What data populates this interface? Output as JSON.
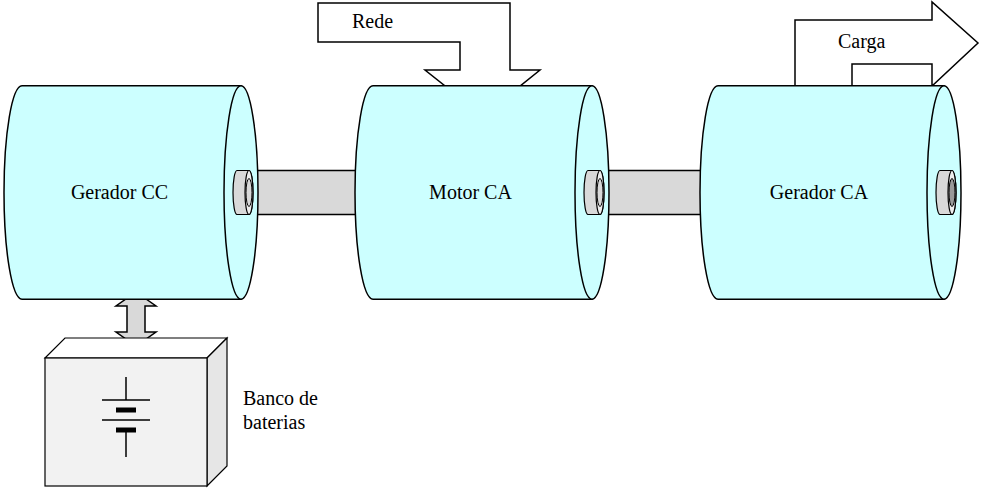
{
  "diagram": {
    "nodes": [
      {
        "text": [
          "Gerador CC"
        ]
      },
      {
        "text": [
          "Motor CA"
        ]
      },
      {
        "text": [
          "Gerador CA"
        ]
      },
      {
        "text": [
          "Banco de baterias"
        ]
      }
    ],
    "edges": [
      {
        "from": 0,
        "to": 1,
        "arrow": "none"
      },
      {
        "from": 1,
        "to": 2,
        "arrow": "none"
      },
      {
        "from": 0,
        "to": 3,
        "arrow": "both"
      }
    ],
    "labels": [
      "Rede",
      "Carga"
    ]
  }
}
